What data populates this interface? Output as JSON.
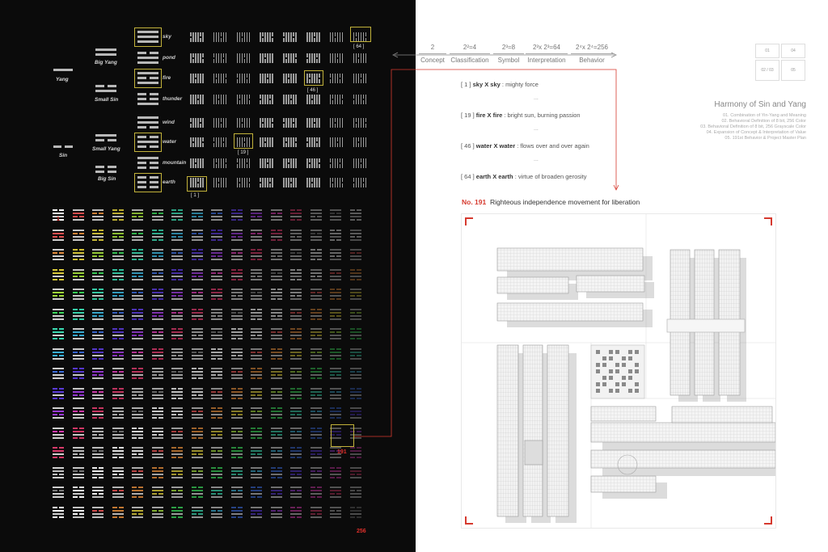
{
  "trigram_tree": {
    "root": [
      {
        "label": "Yang"
      },
      {
        "label": "Sin"
      }
    ],
    "level2": [
      {
        "label": "Big Yang"
      },
      {
        "label": "Small Sin"
      },
      {
        "label": "Small Yang"
      },
      {
        "label": "Big Sin"
      }
    ],
    "trigrams": [
      "sky",
      "pond",
      "fire",
      "thunder",
      "wind",
      "water",
      "mountain",
      "earth"
    ]
  },
  "hexagram_highlights": [
    {
      "label": "[ 64 ]"
    },
    {
      "label": "[ 46 ]"
    },
    {
      "label": "[ 19 ]"
    },
    {
      "label": "[ 1 ]"
    }
  ],
  "grid": {
    "first_label": "1",
    "selected_label": "191",
    "last_label": "256"
  },
  "process_steps": [
    {
      "formula": "2",
      "name": "Concept"
    },
    {
      "formula": "2²=4",
      "name": "Classification"
    },
    {
      "formula": "2³=8",
      "name": "Symbol"
    },
    {
      "formula": "2³x 2³=64",
      "name": "Interpretation"
    },
    {
      "formula": "2⁴x 2⁴=256",
      "name": "Behavior"
    }
  ],
  "meanings": [
    {
      "num": "[ 1 ]",
      "key": "sky X sky",
      "text": " : mighty force"
    },
    {
      "num": "[ 19 ]",
      "key": "fire X fire",
      "text": " : bright sun, burning passion"
    },
    {
      "num": "[ 46 ]",
      "key": "water X water",
      "text": " : flows over and over again"
    },
    {
      "num": "[ 64 ]",
      "key": "earth X earth",
      "text": " : virtue of broaden gerosity"
    }
  ],
  "ellipsis": "...",
  "key_panels": [
    "01",
    "04",
    "02 / 03",
    "05"
  ],
  "harmony": {
    "title": "Harmony of Sin and Yang",
    "items": [
      "01. Combination of Yin-Yang and Meaning",
      "02. Behavioral Definition of 8 bit, 256 Color",
      "03. Behavioral Definition of 8 bit, 256 Grayscale Color",
      "04. Expansion of Concept & Interpretation of Value",
      "05. 191st Behavior & Project Master Plan"
    ]
  },
  "selected": {
    "number": "No. 191",
    "title": "Righteous independence movement for liberation"
  },
  "colors": {
    "highlight": "#c2b23a",
    "accent_red": "#d63a2f"
  }
}
